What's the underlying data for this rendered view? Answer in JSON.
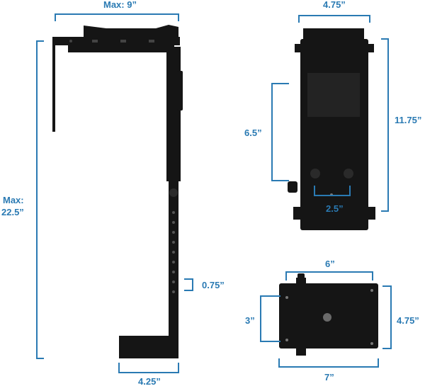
{
  "labels": {
    "max_width": "Max: 9”",
    "max_height_line1": "Max:",
    "max_height_line2": "22.5”",
    "slot_spacing": "0.75”",
    "base_width": "4.25”",
    "back_width": "4.75”",
    "back_height": "11.75”",
    "hole_height": "6.5”",
    "hole_spacing": "2.5”",
    "plate_span": "6”",
    "plate_height": "3”",
    "clamp_height": "4.75”",
    "clamp_width": "7”"
  },
  "colors": {
    "dimension": "#2a7ab3",
    "product": "#151515"
  }
}
